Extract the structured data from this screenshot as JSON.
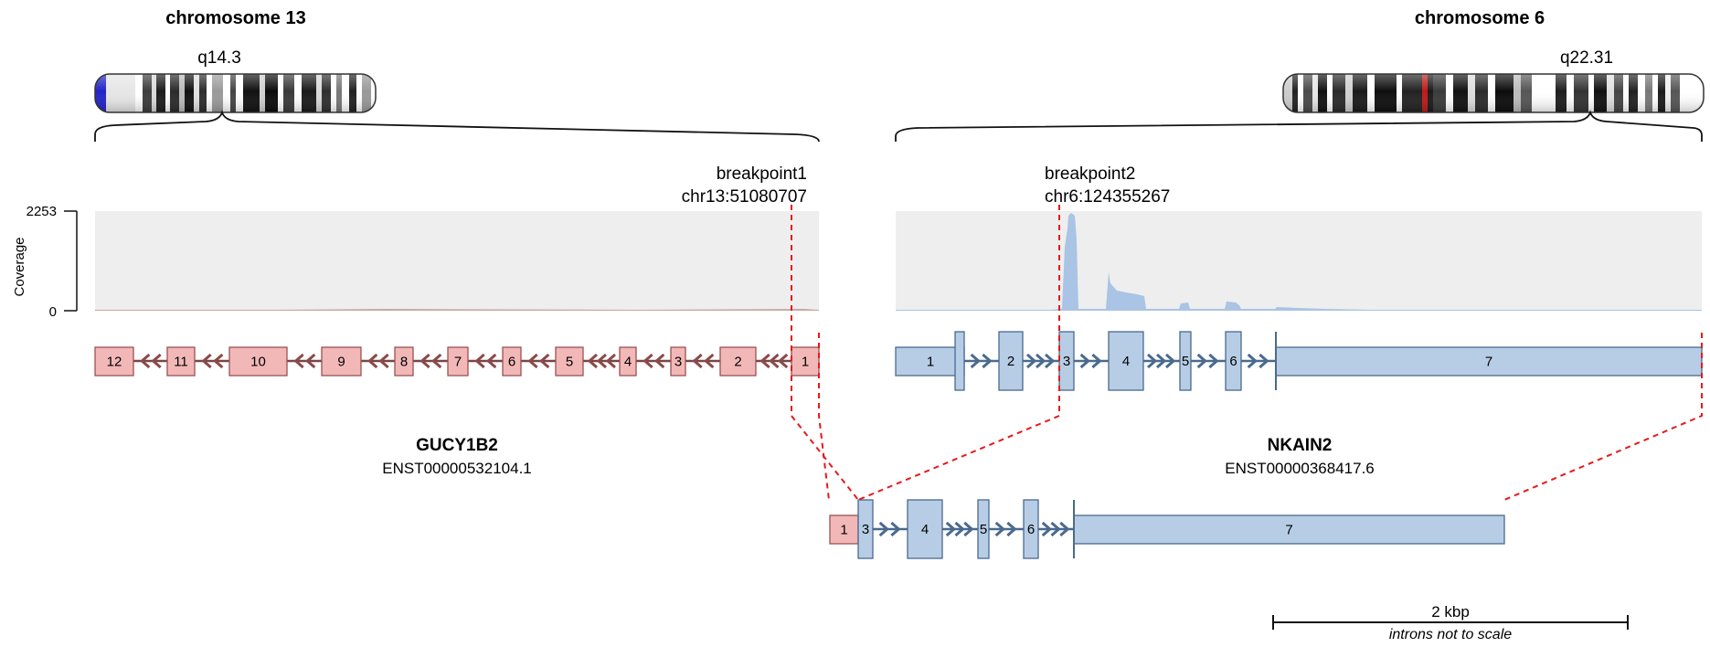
{
  "chromosome_left": {
    "title": "chromosome 13",
    "band": "q14.3"
  },
  "chromosome_right": {
    "title": "chromosome 6",
    "band": "q22.31"
  },
  "coverage": {
    "label": "Coverage",
    "max_tick": "2253",
    "min_tick": "0"
  },
  "breakpoint1": {
    "name": "breakpoint1",
    "coord": "chr13:51080707"
  },
  "breakpoint2": {
    "name": "breakpoint2",
    "coord": "chr6:124355267"
  },
  "gene1": {
    "name": "GUCY1B2",
    "transcript": "ENST00000532104.1",
    "color": "#f2b8b8",
    "border": "#9a5151",
    "strand_color": "#8a4a4a",
    "exons": [
      "12",
      "11",
      "10",
      "9",
      "8",
      "7",
      "6",
      "5",
      "4",
      "3",
      "2",
      "1"
    ]
  },
  "gene2": {
    "name": "NKAIN2",
    "transcript": "ENST00000368417.6",
    "color": "#b7cde6",
    "border": "#4a6a8e",
    "coverage_color": "#a9c4e4",
    "exons": [
      "1",
      "2",
      "3",
      "4",
      "5",
      "6",
      "7"
    ]
  },
  "fusion": {
    "exons": [
      "1",
      "3",
      "4",
      "5",
      "6",
      "7"
    ]
  },
  "scale": {
    "label": "2 kbp",
    "note": "introns not to scale"
  },
  "colors": {
    "breakpoint_line": "#e41a1c",
    "coverage_bg": "#eeeeee",
    "centromere": "#c01818",
    "p_arm_tip": "#2323c8"
  }
}
